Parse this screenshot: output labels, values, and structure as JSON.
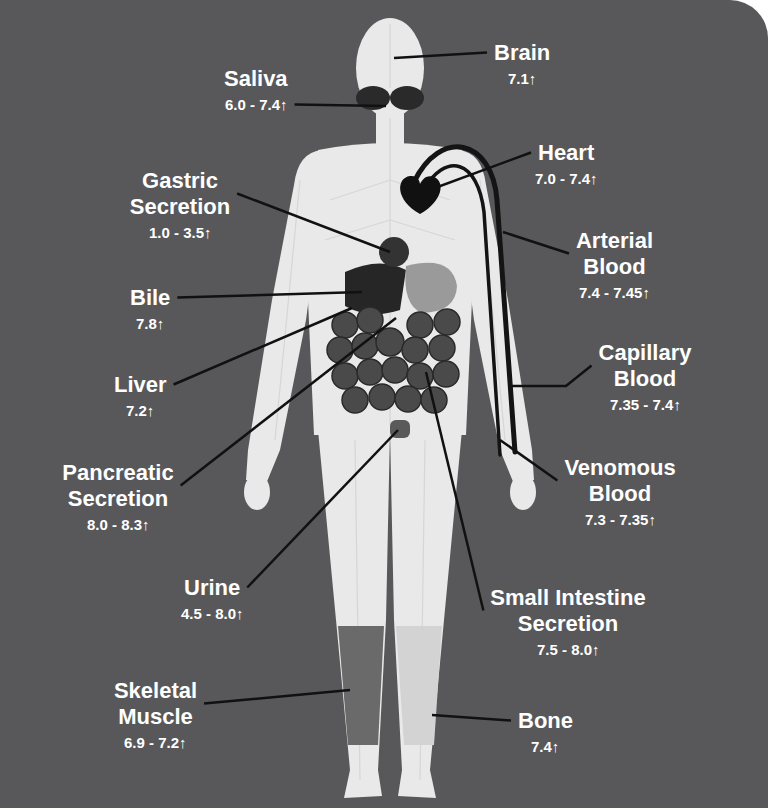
{
  "diagram": {
    "labels": [
      "Brain",
      "7.1↑",
      "Saliva",
      "6.0 - 7.4↑",
      "Heart",
      "7.0 - 7.4↑",
      "Gastric Secretion",
      "1.0 - 3.5↑",
      "Arterial Blood",
      "7.4 - 7.45↑",
      "Bile",
      "7.8↑",
      "Capillary Blood",
      "7.35 - 7.4↑",
      "Liver",
      "7.2↑",
      "Venomous Blood",
      "7.3 - 7.35↑",
      "Pancreatic Secretion",
      "8.0 - 8.3↑",
      "Urine",
      "4.5 - 8.0↑",
      "Small Intestine Secretion",
      "7.5 - 8.0↑",
      "Skeletal Muscle",
      "6.9 - 7.2↑",
      "Bone",
      "7.4↑"
    ]
  }
}
